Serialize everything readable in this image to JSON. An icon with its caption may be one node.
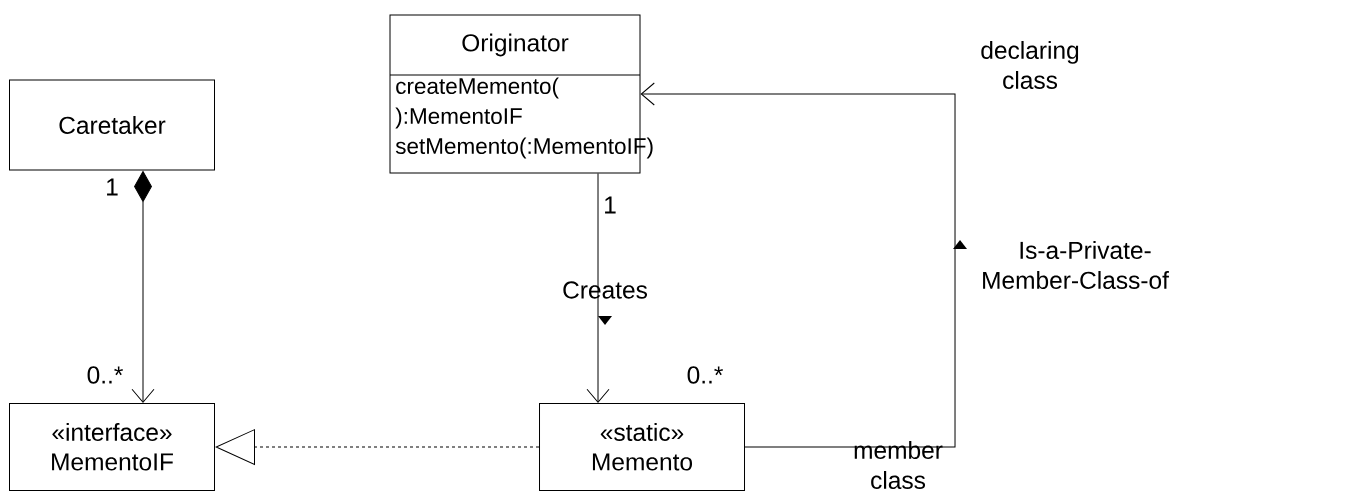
{
  "diagram": {
    "nodes": [
      {
        "text": [
          "Originator",
          "createMemento( ):MementoIF setMemento(:MementoIF)"
        ]
      },
      {
        "text": [
          "Caretaker"
        ]
      },
      {
        "text": [
          "«interface»",
          "MementoIF"
        ]
      },
      {
        "text": [
          "«static»",
          "Memento"
        ]
      }
    ],
    "edges": [
      {
        "from": 1,
        "to": 2,
        "arrow": "to"
      },
      {
        "from": 3,
        "to": 2,
        "arrow": "to",
        "style": "dashed"
      },
      {
        "from": 0,
        "to": 3,
        "arrow": "to",
        "label": "Creates"
      },
      {
        "from": 3,
        "to": 0,
        "arrow": "to",
        "label": "Is-a-Private-Member-Class-of"
      }
    ],
    "labels": [
      "declaring class",
      "1",
      "1",
      "0..*",
      "0..*",
      "member class"
    ]
  }
}
